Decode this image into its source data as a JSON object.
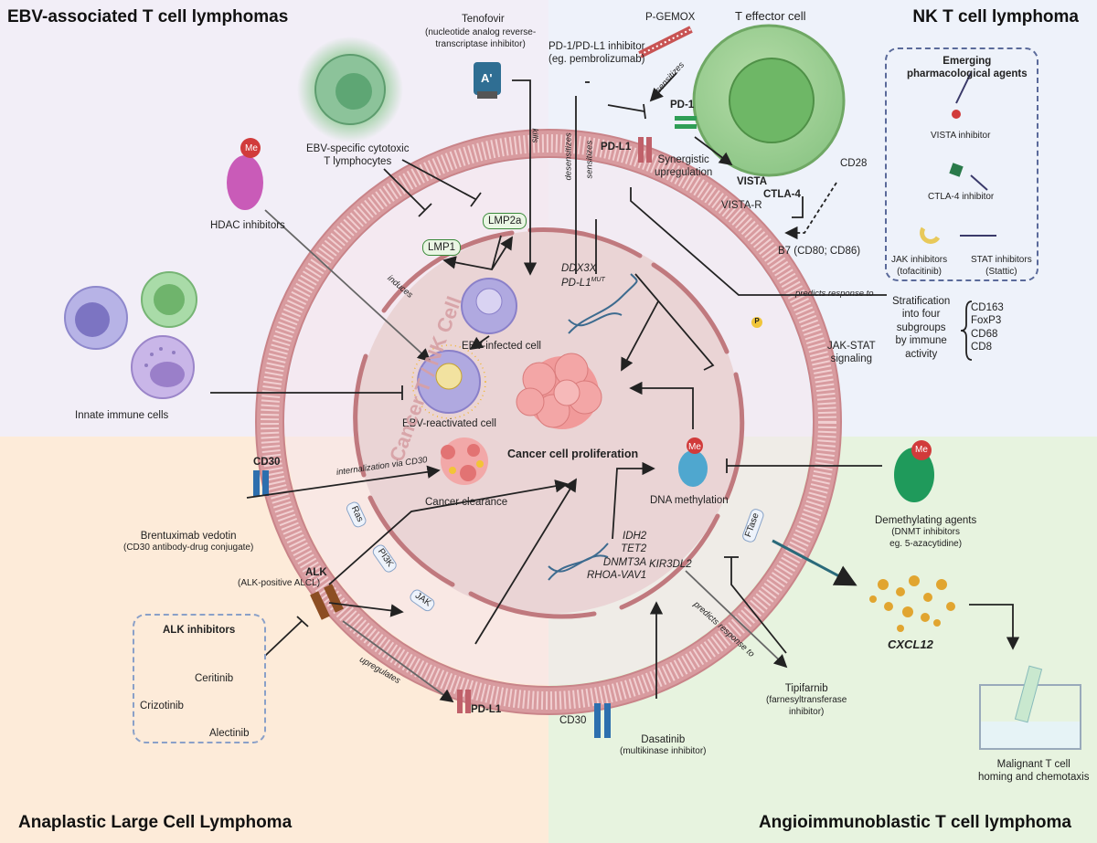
{
  "quadrants": {
    "top_left": "EBV-associated T cell lymphomas",
    "top_right": "NK T cell lymphoma",
    "bottom_left": "Anaplastic Large Cell Lymphoma",
    "bottom_right": "Angioimmunoblastic T cell lymphoma"
  },
  "center": {
    "cell_label": "Cancer T / NK Cell",
    "proliferation": "Cancer cell proliferation",
    "ebv_infected": "EBV-infected cell",
    "ebv_reactivated": "EBV-reactivated cell",
    "lmp1": "LMP1",
    "lmp2a": "LMP2a",
    "ddx3x": "DDX3X",
    "pdl1_mut_base": "PD-L1",
    "pdl1_mut_sup": "MUT",
    "cancer_clearance": "Cancer clearance",
    "dna_methylation": "DNA methylation",
    "mutations": [
      "IDH2",
      "TET2",
      "DNMT3A",
      "RHOA-VAV1"
    ],
    "kir3dl2": "KIR3DL2",
    "ras": "Ras",
    "pi3k": "PI3K",
    "jak": "JAK",
    "ftase": "FTase",
    "me": "Me"
  },
  "ebv": {
    "ctl": [
      "EBV-specific cytotoxic",
      "T lymphocytes"
    ],
    "tenofovir": "Tenofovir",
    "tenofovir_desc": [
      "(nucleotide analog reverse-",
      "transcriptase inhibitor)"
    ],
    "tenofovir_glyph": "A'",
    "hdac": "HDAC inhibitors",
    "innate": "Innate immune cells",
    "kills": "kills",
    "induces": "induces"
  },
  "nk": {
    "t_effector": "T effector cell",
    "pgemox": "P-GEMOX",
    "pd1_inhibitor": [
      "PD-1/PD-L1 inhibitor",
      "(eg. pembrolizumab)"
    ],
    "pd1": "PD-1",
    "pdl1": "PD-L1",
    "synergistic": [
      "Synergistic",
      "upregulation"
    ],
    "vista": "VISTA",
    "vista_r": "VISTA-R",
    "ctla4": "CTLA-4",
    "cd28": "CD28",
    "b7": "B7 (CD80; CD86)",
    "sensitizes": "sensitizes",
    "desensitizes": "desensitizes",
    "predicts": "predicts response to",
    "jak_stat": [
      "JAK-STAT",
      "signaling"
    ],
    "p": "P",
    "stratification": [
      "Stratification",
      "into four",
      "subgroups",
      "by immune",
      "activity"
    ],
    "markers": [
      "CD163",
      "FoxP3",
      "CD68",
      "CD8"
    ],
    "emerging_title": [
      "Emerging",
      "pharmacological agents"
    ],
    "vista_inhibitor": "VISTA inhibitor",
    "ctla4_inhibitor": "CTLA-4 inhibitor",
    "jak_inhibitors": [
      "JAK inhibitors",
      "(tofacitinib)"
    ],
    "stat_inhibitors": [
      "STAT inhibitors",
      "(Stattic)"
    ]
  },
  "alcl": {
    "cd30": "CD30",
    "internalization": "internalization via CD30",
    "brentuximab": [
      "Brentuximab vedotin",
      "(CD30 antibody-drug conjugate)"
    ],
    "alk": "ALK",
    "alk_desc": "(ALK-positive ALCL)",
    "alk_inhibitors": "ALK inhibitors",
    "ceritinib": "Ceritinib",
    "crizotinib": "Crizotinib",
    "alectinib": "Alectinib",
    "upregulates": "upregulates",
    "pdl1": "PD-L1"
  },
  "aitl": {
    "demethylating": [
      "Demethylating agents",
      "(DNMT inhibitors",
      "eg. 5-azacytidine)"
    ],
    "cxcl12": "CXCL12",
    "homing": [
      "Malignant T cell",
      "homing and chemotaxis"
    ],
    "tipifarnib": [
      "Tipifarnib",
      "(farnesyltransferase",
      "inhibitor)"
    ],
    "dasatinib": [
      "Dasatinib",
      "(multikinase inhibitor)"
    ],
    "cd30": "CD30",
    "predicts": "predicts response to"
  }
}
